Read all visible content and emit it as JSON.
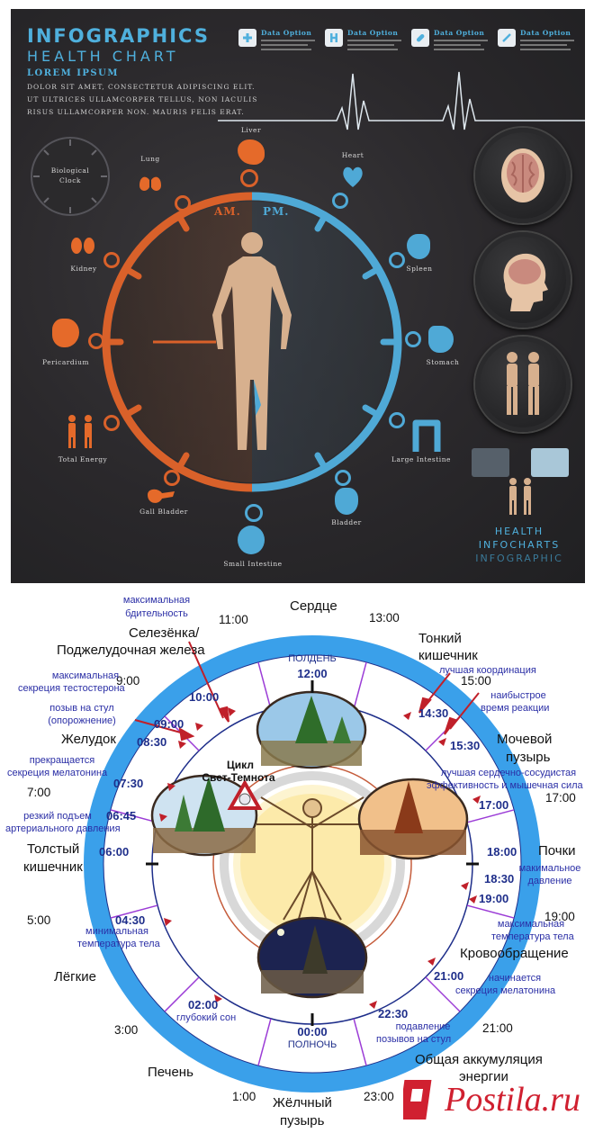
{
  "top": {
    "title": "INFOGRAPHICS",
    "subtitle": "HEALTH CHART",
    "lorem_heading": "Lorem ipsum",
    "lorem_lines": [
      "dolor sit amet, consectetur adipiscing elit.",
      "Ut ultrices ullamcorper tellus, non iaculis",
      "risus ullamcorper non. Mauris felis erat."
    ],
    "options": [
      {
        "icon": "plus-icon",
        "title": "Data Option"
      },
      {
        "icon": "hospital-icon",
        "title": "Data Option"
      },
      {
        "icon": "pill-icon",
        "title": "Data Option"
      },
      {
        "icon": "syringe-icon",
        "title": "Data Option"
      }
    ],
    "clock_label_line1": "Biological",
    "clock_label_line2": "Clock",
    "am_label": "AM.",
    "pm_label": "PM.",
    "organs": {
      "liver": "Liver",
      "lung": "Lung",
      "heart": "Heart",
      "kidney": "Kidney",
      "spleen": "Spleen",
      "pericardium": "Pericardium",
      "stomach": "Stomach",
      "total_energy": "Total Energy",
      "large_intestine": "Large Intestine",
      "gall_bladder": "Gall Bladder",
      "bladder": "Bladder",
      "small_intestine": "Small Intestine"
    },
    "footer_line1": "HEALTH",
    "footer_line2": "INFOCHARTS",
    "footer_line3": "INFOGRAPHIC",
    "colors": {
      "am": "#d9612a",
      "pm": "#4fa9d6",
      "bg": "#2d2b2e",
      "accent": "#4fb0dd"
    }
  },
  "bottom": {
    "center_title_line1": "Цикл",
    "center_title_line2": "Свет-Темнота",
    "noon_caption": "ПОЛДЕНЬ",
    "noon_time": "12:00",
    "midnight_time": "00:00",
    "midnight_caption": "ПОЛНОЧЬ",
    "ring_times": {
      "t11": "11:00",
      "t13": "13:00",
      "t9": "9:00",
      "t15": "15:00",
      "t7": "7:00",
      "t17": "17:00",
      "t5": "5:00",
      "t19": "19:00",
      "t3": "3:00",
      "t21": "21:00",
      "t1": "1:00",
      "t23": "23:00"
    },
    "organs": {
      "heart": "Сердце",
      "pancreas_line1": "Селезёнка/",
      "pancreas_line2": "Поджелудочная железа",
      "small_int_line1": "Тонкий",
      "small_int_line2": "кишечник",
      "stomach": "Желудок",
      "bladder_line1": "Мочевой",
      "bladder_line2": "пузырь",
      "colon_line1": "Толстый",
      "colon_line2": "кишечник",
      "kidneys": "Почки",
      "circulation": "Кровообращение",
      "lungs": "Лёгкие",
      "energy_line1": "Общая аккумуляция",
      "energy_line2": "энергии",
      "liver": "Печень",
      "gall_line1": "Жёлчный",
      "gall_line2": "пузырь"
    },
    "events": {
      "alert_line1": "максимальная",
      "alert_line2": "бдительность",
      "alert_time": "10:00",
      "testo_line1": "максимальная",
      "testo_line2": "секреция тестостерона",
      "bowel_line1": "позыв на стул",
      "bowel_line2": "(опорожнение)",
      "bowel_time1": "09:00",
      "bowel_time2": "08:30",
      "melatonin_stop_line1": "прекращается",
      "melatonin_stop_line2": "секреция мелатонина",
      "melatonin_stop_time": "07:30",
      "bp_rise_line1": "резкий подъем",
      "bp_rise_line2": "артериального давления",
      "bp_rise_time": "06:45",
      "t0600": "06:00",
      "temp_min_time": "04:30",
      "temp_min_line1": "минимальная",
      "temp_min_line2": "температура тела",
      "deep_sleep_time": "02:00",
      "deep_sleep": "глубокий сон",
      "coord_caption": "лучшая координация",
      "coord_time": "14:30",
      "reaction_line1": "наибыстрое",
      "reaction_line2": "время реакции",
      "reaction_time": "15:30",
      "cardio_line1": "лучшая сердечно-сосудистая",
      "cardio_line2": "эффективность и мышечная сила",
      "cardio_time": "17:00",
      "t1800": "18:00",
      "bp_max_line1": "макимальное",
      "bp_max_line2": "давление",
      "bp_max_time": "18:30",
      "temp_max_time": "19:00",
      "temp_max_line1": "максимальная",
      "temp_max_line2": "температура тела",
      "melatonin_start_time": "21:00",
      "melatonin_start_line1": "начинается",
      "melatonin_start_line2": "секреция мелатонина",
      "suppress_time": "22:30",
      "suppress_line1": "подавление",
      "suppress_line2": "позывов на стул"
    },
    "watermark": "Postila.ru",
    "colors": {
      "ring": "#3aa0ea",
      "spoke": "#9b3cd6",
      "text_blue": "#1e2e8a",
      "marker": "#c0202a"
    }
  }
}
